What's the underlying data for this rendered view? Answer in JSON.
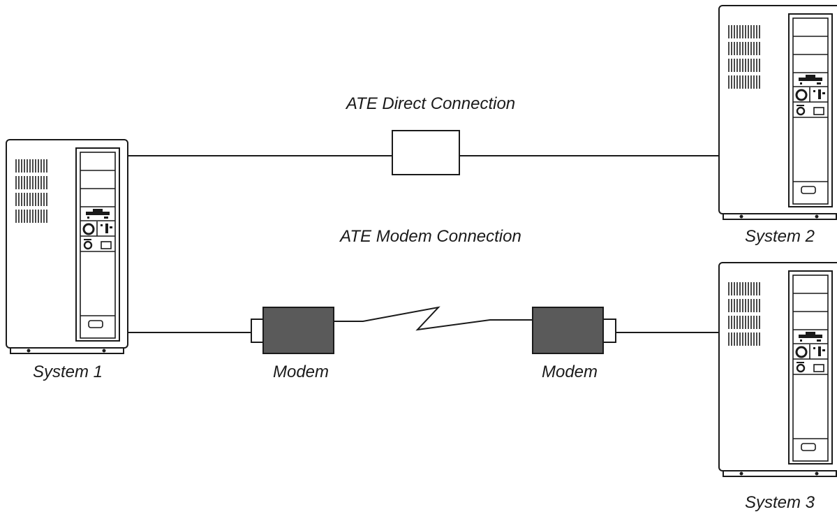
{
  "labels": {
    "direct_connection": "ATE Direct Connection",
    "modem_connection": "ATE Modem Connection",
    "system_1": "System 1",
    "system_2": "System 2",
    "system_3": "System 3",
    "modem_left": "Modem",
    "modem_right": "Modem"
  },
  "colors": {
    "stroke": "#1a1a1a",
    "modem_fill": "#5a5a5a",
    "background": "#ffffff"
  }
}
